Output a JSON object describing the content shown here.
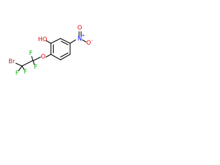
{
  "molecule": {
    "colors": {
      "bond": "#000000",
      "carbon_label": "#000000",
      "oxygen": "#e00000",
      "nitrogen": "#0000ff",
      "fluorine": "#00b400",
      "bromine": "#a52a2a",
      "background": "#ffffff"
    },
    "labels": {
      "hydroxyl": "HO",
      "ether_oxygen": "O",
      "nitro_nitrogen": "N",
      "nitro_oxygen_top": "O",
      "nitro_oxygen_right": "O",
      "nitro_n_charge": "+",
      "nitro_o_charge": "-",
      "bromine": "Br",
      "fluorine_1": "F",
      "fluorine_2": "F",
      "fluorine_3": "F",
      "fluorine_4": "F"
    }
  }
}
